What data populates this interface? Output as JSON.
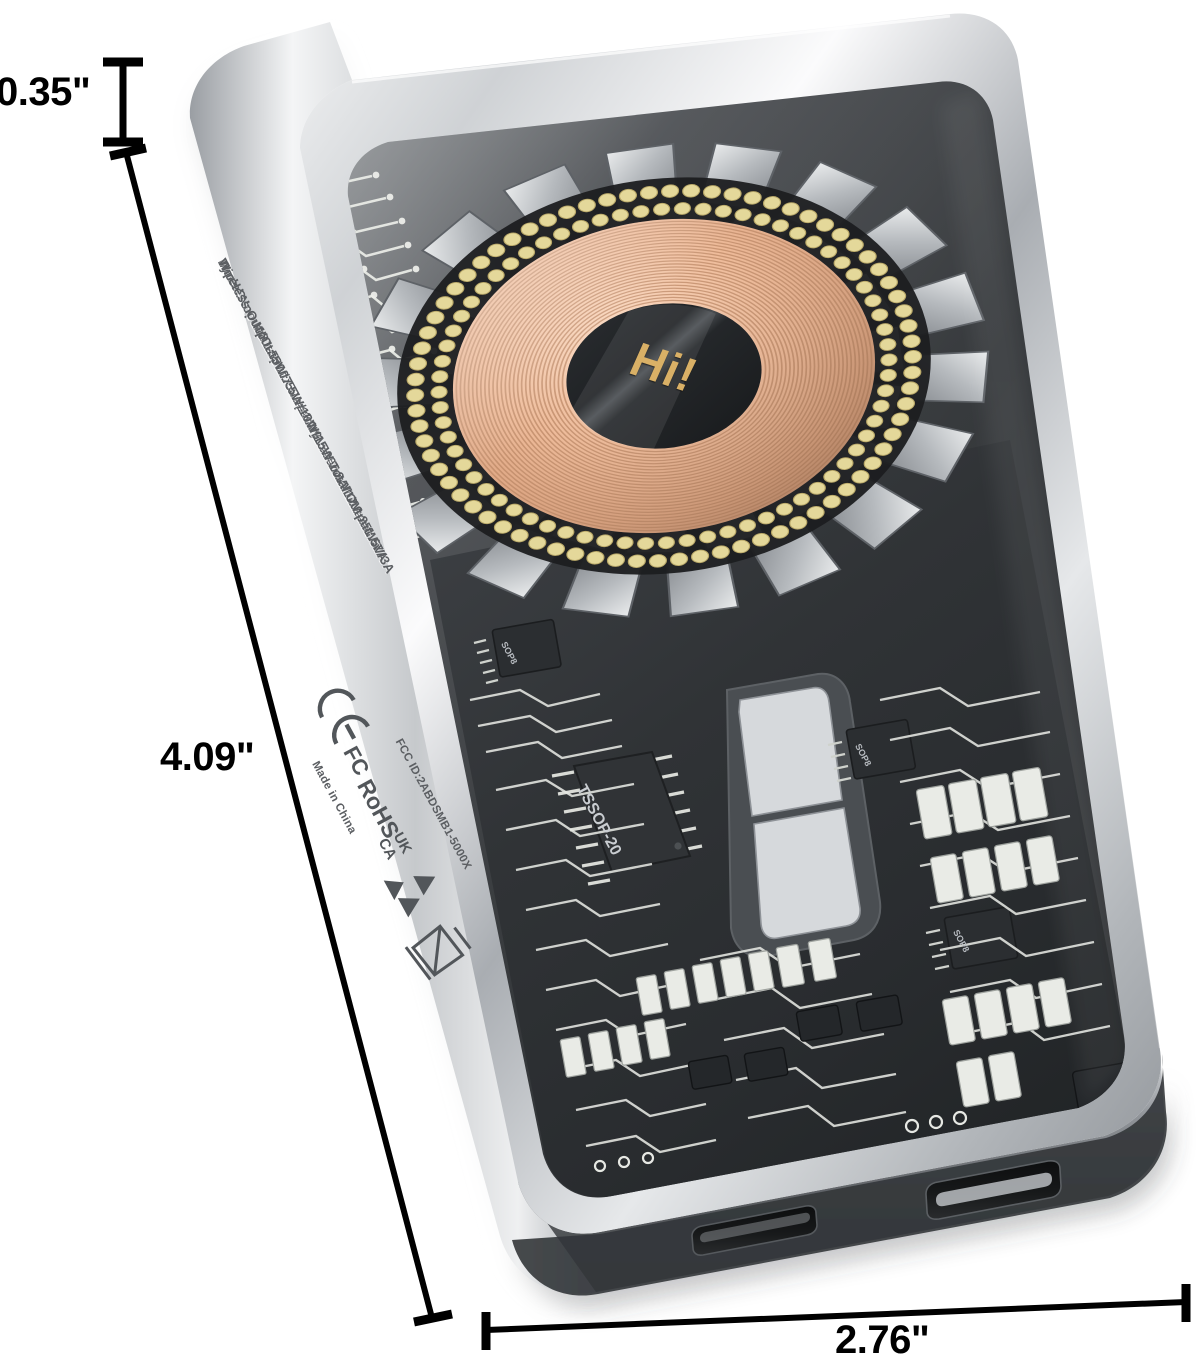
{
  "scene": {
    "type": "product-photo",
    "subject": "magnetic wireless power bank",
    "background_color": "#ffffff",
    "view": "angled three-quarter top view"
  },
  "dimensions": {
    "thickness": "0.35\"",
    "height": "4.09\"",
    "width": "2.76\""
  },
  "device": {
    "frame_color": "#b9bcc0",
    "body_color": "#3a3d41",
    "pcb_color": "#2e3134",
    "trace_color": "#e8eae6",
    "coil_color": "#e8b894",
    "magnet_color": "#8e9296",
    "center_text": "Hi!",
    "center_text_color": "#d9b066"
  },
  "side_label": {
    "lines": [
      "Model No.: MB1-5000X          Capacity: 5000mAh/19.25Wh",
      "Type-C Input /Output:   5V══3A/9V══2.2A/12V══1.67A",
      "Wireless Output: 5W/7.5W/10W/15W   Total Output: 5V/3A"
    ],
    "model_no": "MB1-5000X",
    "capacity": "5000mAh/19.25Wh",
    "typec_io": "5V 3A / 9V 2.2A / 12V 1.67A",
    "wireless_output": "5W/7.5W/10W/15W",
    "total_output": "5V/3A"
  },
  "certifications": {
    "fcc_id": "FCC ID:2ABDSMB1-5000X",
    "made_in": "Made in China",
    "marks": [
      "CE",
      "FC",
      "RoHS",
      "UKCA",
      "recycle-icon",
      "weee-icon"
    ]
  },
  "chips": {
    "main": "TSSOP-20",
    "secondary": "SOP8",
    "tertiary": "SOP8",
    "quaternary": "SOP8"
  },
  "ports": [
    {
      "name": "usb-c-port",
      "label": "USB-C"
    },
    {
      "name": "usb-a-port",
      "label": "USB-A"
    }
  ]
}
